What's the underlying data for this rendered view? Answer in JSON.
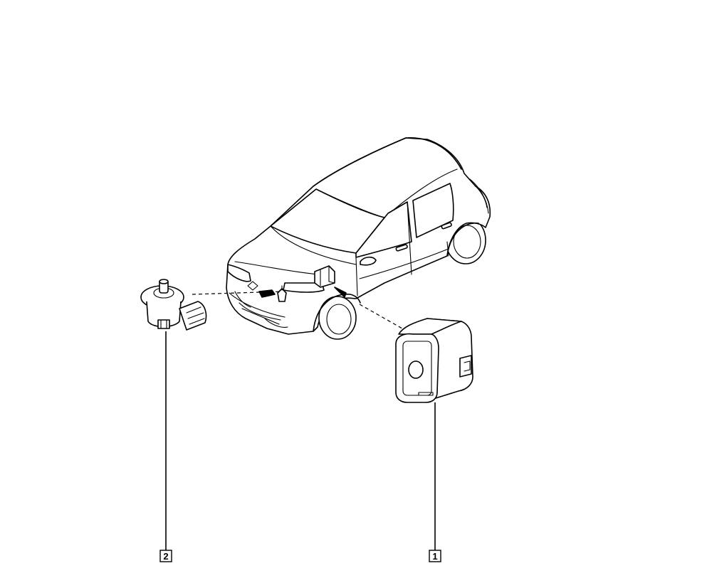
{
  "callouts": [
    {
      "id": "1",
      "label": "1",
      "refers_to": "siren-unit"
    },
    {
      "id": "2",
      "label": "2",
      "refers_to": "bonnet-switch"
    }
  ],
  "colors": {
    "line": "#000000",
    "background": "#ffffff"
  },
  "icons": [
    "car-illustration",
    "siren-unit-illustration",
    "bonnet-switch-illustration"
  ]
}
